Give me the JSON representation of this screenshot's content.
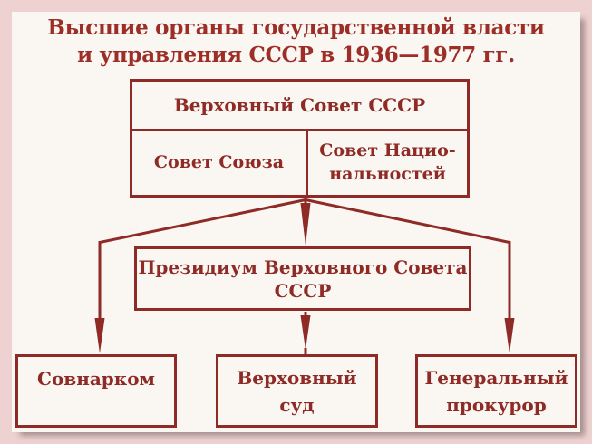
{
  "colors": {
    "frame": "#eed2d2",
    "paper": "#faf6f1",
    "ink": "#8e2b26",
    "title-ink": "#9c2d27"
  },
  "title": {
    "line1": "Высшие органы государственной власти",
    "line2": "и управления СССР в 1936—1977 гг."
  },
  "boxes": {
    "supreme_soviet": {
      "label": "Верховный Совет СССР"
    },
    "council_of_union": {
      "label": "Совет Союза"
    },
    "council_of_nationalities": {
      "line1": "Совет Нацио-",
      "line2": "нальностей"
    },
    "presidium": {
      "line1": "Президиум Верховного Совета",
      "line2": "СССР"
    },
    "sovnarkom": {
      "label": "Совнарком"
    },
    "supreme_court": {
      "line1": "Верховный",
      "line2": "суд"
    },
    "prosecutor_general": {
      "line1": "Генеральный",
      "line2": "прокурор"
    }
  }
}
